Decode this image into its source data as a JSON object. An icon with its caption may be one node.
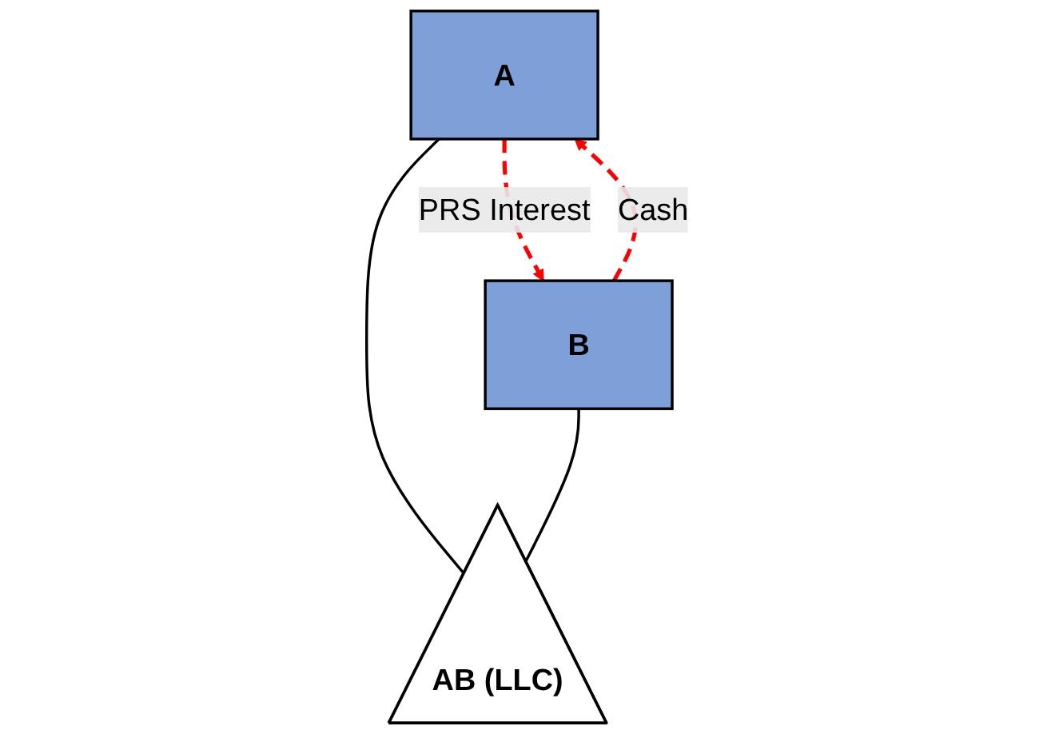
{
  "diagram": {
    "nodes": [
      {
        "text": [
          "A"
        ]
      },
      {
        "text": [
          "B"
        ]
      },
      {
        "text": [
          "AB (LLC)"
        ]
      }
    ],
    "edges": [
      {
        "from": 0,
        "to": 1,
        "arrow": "to",
        "label": "PRS Interest",
        "style": "dashed",
        "color": "#ff0000"
      },
      {
        "from": 1,
        "to": 0,
        "arrow": "to",
        "label": "Cash",
        "style": "dashed",
        "color": "#ff0000"
      },
      {
        "from": 0,
        "to": 2,
        "arrow": "none",
        "color": "#000000"
      },
      {
        "from": 1,
        "to": 2,
        "arrow": "none",
        "color": "#000000"
      }
    ]
  }
}
